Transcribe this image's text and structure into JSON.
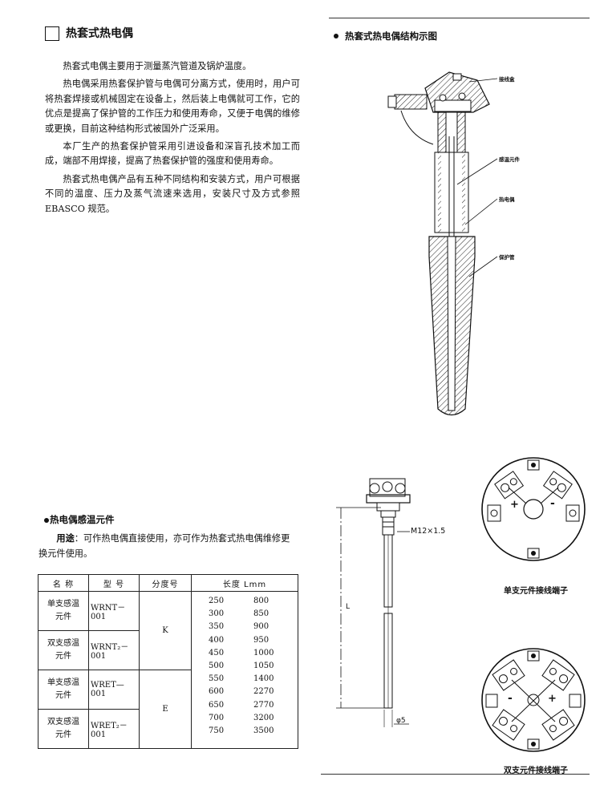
{
  "section": {
    "title": "热套式热电偶",
    "paragraphs": [
      "热套式电偶主要用于测量蒸汽管道及锅炉温度。",
      "热电偶采用热套保护管与电偶可分离方式，使用时，用户可将热套焊接或机械固定在设备上，然后装上电偶就可工作，它的优点是提高了保护管的工作压力和使用寿命，又便于电偶的维修或更换，目前这种结构形式被国外广泛采用。",
      "本厂生产的热套保护管采用引进设备和深盲孔技术加工而成，端部不用焊接，提高了热套保护管的强度和使用寿命。",
      "热套式热电偶产品有五种不同结构和安装方式，用户可根据不同的温度、压力及蒸气流速来选用，安装尺寸及方式参照 EBASCO 规范。"
    ]
  },
  "diagram": {
    "title": "热套式热电偶结构示图",
    "labels": {
      "junction_box": "接线盒",
      "sensing_element": "感温元件",
      "thermocouple": "热电偶",
      "protection_tube": "保护管"
    }
  },
  "element": {
    "title": "热电偶感温元件",
    "usage_label": "用途",
    "usage_text": "：可作热电偶直接使用，亦可作为热套式热电偶维修更换元件使用。",
    "dims": {
      "thread": "M12×1.5",
      "length": "L",
      "diameter": "φ5"
    }
  },
  "table": {
    "headers": {
      "name": "名  称",
      "model": "型  号",
      "graduation": "分度号",
      "length": "长度 Lmm"
    },
    "rows": [
      {
        "name_1": "单支感温",
        "name_2": "元件",
        "model": "WRNT－001"
      },
      {
        "name_1": "双支感温",
        "name_2": "元件",
        "model": "WRNT₂－001"
      },
      {
        "name_1": "单支感温",
        "name_2": "元件",
        "model": "WRET—001"
      },
      {
        "name_1": "双支感温",
        "name_2": "元件",
        "model": "WRET₂－001"
      }
    ],
    "graduations": [
      "K",
      "E"
    ],
    "lengths_a": [
      "250",
      "300",
      "350",
      "400",
      "450",
      "500",
      "550",
      "600",
      "650",
      "700",
      "750"
    ],
    "lengths_b": [
      "800",
      "850",
      "900",
      "950",
      "1000",
      "1050",
      "1400",
      "2270",
      "2770",
      "3200",
      "3500"
    ]
  },
  "terminals": {
    "single_caption": "单支元件接线端子",
    "double_caption": "双支元件接线端子",
    "plus": "+",
    "minus": "-"
  }
}
